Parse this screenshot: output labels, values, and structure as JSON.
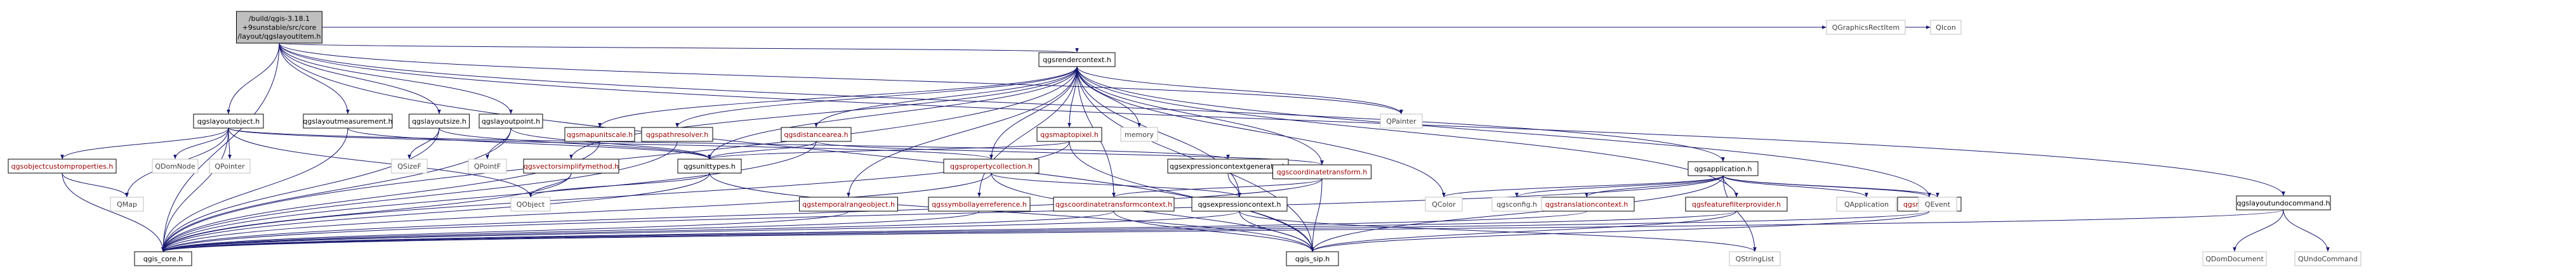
{
  "colors": {
    "root_fill": "#bfbfbf",
    "box_fill": "#ffffff",
    "box_border": "#000000",
    "missing_border": "#bfbfbf",
    "documented_text": "#000000",
    "linked_text": "#9a0000",
    "missing_text": "#404040",
    "edge": "#191970",
    "background": "#ffffff"
  },
  "graph": {
    "nodes": [
      {
        "id": "root",
        "lines": [
          "/build/qgis-3.18.1",
          "+9sunstable/src/core",
          "/layout/qgslayoutitem.h"
        ],
        "kind": "root"
      },
      {
        "id": "qgslayoutobject",
        "lines": [
          "qgslayoutobject.h"
        ],
        "kind": "documented"
      },
      {
        "id": "qgslayoutmeasurement",
        "lines": [
          "qgslayoutmeasurement.h"
        ],
        "kind": "documented"
      },
      {
        "id": "qgslayoutsize",
        "lines": [
          "qgslayoutsize.h"
        ],
        "kind": "documented"
      },
      {
        "id": "qgslayoutpoint",
        "lines": [
          "qgslayoutpoint.h"
        ],
        "kind": "documented"
      },
      {
        "id": "qgsrendercontext",
        "lines": [
          "qgsrendercontext.h"
        ],
        "kind": "documented"
      },
      {
        "id": "qgsapplication",
        "lines": [
          "qgsapplication.h"
        ],
        "kind": "documented"
      },
      {
        "id": "qgslayoutundocommand",
        "lines": [
          "qgslayoutundocommand.h"
        ],
        "kind": "documented"
      },
      {
        "id": "qgsobjectcustomproperties",
        "lines": [
          "qgsobjectcustomproperties.h"
        ],
        "kind": "linked"
      },
      {
        "id": "qgsmapunitscale",
        "lines": [
          "qgsmapunitscale.h"
        ],
        "kind": "linked"
      },
      {
        "id": "qgspathresolver",
        "lines": [
          "qgspathresolver.h"
        ],
        "kind": "linked"
      },
      {
        "id": "qgsdistancearea",
        "lines": [
          "qgsdistancearea.h"
        ],
        "kind": "linked"
      },
      {
        "id": "qgsmaptopixel",
        "lines": [
          "qgsmaptopixel.h"
        ],
        "kind": "linked"
      },
      {
        "id": "qgsunittypes",
        "lines": [
          "qgsunittypes.h"
        ],
        "kind": "documented"
      },
      {
        "id": "qgsvectorsimplifymethod",
        "lines": [
          "qgsvectorsimplifymethod.h"
        ],
        "kind": "linked"
      },
      {
        "id": "qgspropertycollection",
        "lines": [
          "qgspropertycollection.h"
        ],
        "kind": "linked"
      },
      {
        "id": "qgsexpressioncontextgenerator",
        "lines": [
          "qgsexpressioncontextgenerator.h"
        ],
        "kind": "documented"
      },
      {
        "id": "qgscoordinatetransform",
        "lines": [
          "qgscoordinatetransform.h"
        ],
        "kind": "linked"
      },
      {
        "id": "qgstemporalrangeobject",
        "lines": [
          "qgstemporalrangeobject.h"
        ],
        "kind": "linked"
      },
      {
        "id": "qgssymbollayerreference",
        "lines": [
          "qgssymbollayerreference.h"
        ],
        "kind": "linked"
      },
      {
        "id": "qgscoordinatetransformcontext",
        "lines": [
          "qgscoordinatetransformcontext.h"
        ],
        "kind": "linked"
      },
      {
        "id": "qgsexpressioncontext",
        "lines": [
          "qgsexpressioncontext.h"
        ],
        "kind": "documented"
      },
      {
        "id": "qgstranslationcontext",
        "lines": [
          "qgstranslationcontext.h"
        ],
        "kind": "linked"
      },
      {
        "id": "qgsfeaturefilterprovider",
        "lines": [
          "qgsfeaturefilterprovider.h"
        ],
        "kind": "linked"
      },
      {
        "id": "qgsrectangle",
        "lines": [
          "qgsrectangle.h"
        ],
        "kind": "linked"
      },
      {
        "id": "qgis_core",
        "lines": [
          "qgis_core.h"
        ],
        "kind": "documented"
      },
      {
        "id": "qgis_sip",
        "lines": [
          "qgis_sip.h"
        ],
        "kind": "documented"
      },
      {
        "id": "QMap",
        "lines": [
          "QMap"
        ],
        "kind": "missing"
      },
      {
        "id": "QDomNode",
        "lines": [
          "QDomNode"
        ],
        "kind": "missing"
      },
      {
        "id": "QPointer",
        "lines": [
          "QPointer"
        ],
        "kind": "missing"
      },
      {
        "id": "QSizeF",
        "lines": [
          "QSizeF"
        ],
        "kind": "missing"
      },
      {
        "id": "QPointF",
        "lines": [
          "QPointF"
        ],
        "kind": "missing"
      },
      {
        "id": "QObject",
        "lines": [
          "QObject"
        ],
        "kind": "missing"
      },
      {
        "id": "memory",
        "lines": [
          "memory"
        ],
        "kind": "missing"
      },
      {
        "id": "QColor",
        "lines": [
          "QColor"
        ],
        "kind": "missing"
      },
      {
        "id": "qgsconfig",
        "lines": [
          "qgsconfig.h"
        ],
        "kind": "missing"
      },
      {
        "id": "QPainter",
        "lines": [
          "QPainter"
        ],
        "kind": "missing"
      },
      {
        "id": "QGraphicsRectItem",
        "lines": [
          "QGraphicsRectItem"
        ],
        "kind": "missing"
      },
      {
        "id": "QIcon",
        "lines": [
          "QIcon"
        ],
        "kind": "missing"
      },
      {
        "id": "QApplication",
        "lines": [
          "QApplication"
        ],
        "kind": "missing"
      },
      {
        "id": "QEvent",
        "lines": [
          "QEvent"
        ],
        "kind": "missing"
      },
      {
        "id": "QStringList",
        "lines": [
          "QStringList"
        ],
        "kind": "missing"
      },
      {
        "id": "QDomDocument",
        "lines": [
          "QDomDocument"
        ],
        "kind": "missing"
      },
      {
        "id": "QUndoCommand",
        "lines": [
          "QUndoCommand"
        ],
        "kind": "missing"
      }
    ],
    "edges": [
      [
        "root",
        "qgslayoutobject"
      ],
      [
        "root",
        "qgslayoutmeasurement"
      ],
      [
        "root",
        "qgslayoutsize"
      ],
      [
        "root",
        "qgslayoutpoint"
      ],
      [
        "root",
        "qgsrendercontext"
      ],
      [
        "root",
        "QPainter"
      ],
      [
        "root",
        "QGraphicsRectItem"
      ],
      [
        "root",
        "QIcon"
      ],
      [
        "root",
        "qgsapplication"
      ],
      [
        "root",
        "qgslayoutundocommand"
      ],
      [
        "root",
        "qgis_core"
      ],
      [
        "root",
        "qgis_sip"
      ],
      [
        "qgslayoutobject",
        "qgis_core"
      ],
      [
        "qgslayoutobject",
        "qgsobjectcustomproperties"
      ],
      [
        "qgslayoutobject",
        "QMap"
      ],
      [
        "qgslayoutobject",
        "QDomNode"
      ],
      [
        "qgslayoutobject",
        "QPointer"
      ],
      [
        "qgslayoutobject",
        "QObject"
      ],
      [
        "qgslayoutobject",
        "qgspropertycollection"
      ],
      [
        "qgslayoutobject",
        "qgsexpressioncontextgenerator"
      ],
      [
        "qgsobjectcustomproperties",
        "qgis_core"
      ],
      [
        "qgsobjectcustomproperties",
        "QMap"
      ],
      [
        "qgslayoutmeasurement",
        "qgsunittypes"
      ],
      [
        "qgslayoutmeasurement",
        "qgis_core"
      ],
      [
        "qgslayoutsize",
        "qgsunittypes"
      ],
      [
        "qgslayoutsize",
        "QSizeF"
      ],
      [
        "qgslayoutsize",
        "qgis_core"
      ],
      [
        "qgslayoutpoint",
        "qgsunittypes"
      ],
      [
        "qgslayoutpoint",
        "QPointF"
      ],
      [
        "qgslayoutpoint",
        "qgis_core"
      ],
      [
        "qgsrendercontext",
        "QColor"
      ],
      [
        "qgsrendercontext",
        "memory"
      ],
      [
        "qgsrendercontext",
        "qgsmapunitscale"
      ],
      [
        "qgsrendercontext",
        "qgspathresolver"
      ],
      [
        "qgsrendercontext",
        "qgsdistancearea"
      ],
      [
        "qgsrendercontext",
        "qgsmaptopixel"
      ],
      [
        "qgsrendercontext",
        "qgsunittypes"
      ],
      [
        "qgsrendercontext",
        "qgsvectorsimplifymethod"
      ],
      [
        "qgsrendercontext",
        "qgspropertycollection"
      ],
      [
        "qgsrendercontext",
        "qgscoordinatetransform"
      ],
      [
        "qgsrendercontext",
        "qgstemporalrangeobject"
      ],
      [
        "qgsrendercontext",
        "qgssymbollayerreference"
      ],
      [
        "qgsrendercontext",
        "qgscoordinatetransformcontext"
      ],
      [
        "qgsrendercontext",
        "qgsexpressioncontext"
      ],
      [
        "qgsrendercontext",
        "qgsfeaturefilterprovider"
      ],
      [
        "qgsrendercontext",
        "QPainter"
      ],
      [
        "qgsrendercontext",
        "qgis_core"
      ],
      [
        "qgsrendercontext",
        "qgis_sip"
      ],
      [
        "qgsrendercontext",
        "qgsrectangle"
      ],
      [
        "qgsmapunitscale",
        "qgis_core"
      ],
      [
        "qgspathresolver",
        "qgis_core"
      ],
      [
        "qgsdistancearea",
        "qgsunittypes"
      ],
      [
        "qgsdistancearea",
        "qgscoordinatetransform"
      ],
      [
        "qgsdistancearea",
        "qgis_core"
      ],
      [
        "qgsmaptopixel",
        "qgsunittypes"
      ],
      [
        "qgsmaptopixel",
        "qgis_core"
      ],
      [
        "qgsmaptopixel",
        "qgis_sip"
      ],
      [
        "qgsunittypes",
        "qgis_core"
      ],
      [
        "qgsunittypes",
        "qgis_sip"
      ],
      [
        "qgsunittypes",
        "QObject"
      ],
      [
        "qgsvectorsimplifymethod",
        "qgis_core"
      ],
      [
        "qgsvectorsimplifymethod",
        "QObject"
      ],
      [
        "qgspropertycollection",
        "qgis_core"
      ],
      [
        "qgspropertycollection",
        "qgis_sip"
      ],
      [
        "qgspropertycollection",
        "qgsexpressioncontext"
      ],
      [
        "qgsexpressioncontextgenerator",
        "qgsexpressioncontext"
      ],
      [
        "qgscoordinatetransform",
        "qgis_core"
      ],
      [
        "qgscoordinatetransform",
        "qgis_sip"
      ],
      [
        "qgscoordinatetransform",
        "qgscoordinatetransformcontext"
      ],
      [
        "qgstemporalrangeobject",
        "qgis_core"
      ],
      [
        "qgssymbollayerreference",
        "qgis_core"
      ],
      [
        "qgscoordinatetransformcontext",
        "qgis_core"
      ],
      [
        "qgscoordinatetransformcontext",
        "qgis_sip"
      ],
      [
        "qgsexpressioncontext",
        "qgis_core"
      ],
      [
        "qgsexpressioncontext",
        "qgis_sip"
      ],
      [
        "qgsexpressioncontext",
        "QStringList"
      ],
      [
        "qgsapplication",
        "qgis_core"
      ],
      [
        "qgsapplication",
        "qgis_sip"
      ],
      [
        "qgsapplication",
        "qgsconfig"
      ],
      [
        "qgsapplication",
        "QApplication"
      ],
      [
        "qgsapplication",
        "QEvent"
      ],
      [
        "qgsapplication",
        "QStringList"
      ],
      [
        "qgsapplication",
        "QColor"
      ],
      [
        "qgsapplication",
        "qgstranslationcontext"
      ],
      [
        "qgsapplication",
        "qgsfeaturefilterprovider"
      ],
      [
        "qgsapplication",
        "qgsrectangle"
      ],
      [
        "qgstranslationcontext",
        "qgis_core"
      ],
      [
        "qgsfeaturefilterprovider",
        "qgis_core"
      ],
      [
        "qgsfeaturefilterprovider",
        "qgis_sip"
      ],
      [
        "qgsrectangle",
        "qgis_core"
      ],
      [
        "qgsrectangle",
        "qgis_sip"
      ],
      [
        "qgslayoutundocommand",
        "qgis_core"
      ],
      [
        "qgslayoutundocommand",
        "QDomDocument"
      ],
      [
        "qgslayoutundocommand",
        "QUndoCommand"
      ]
    ]
  }
}
